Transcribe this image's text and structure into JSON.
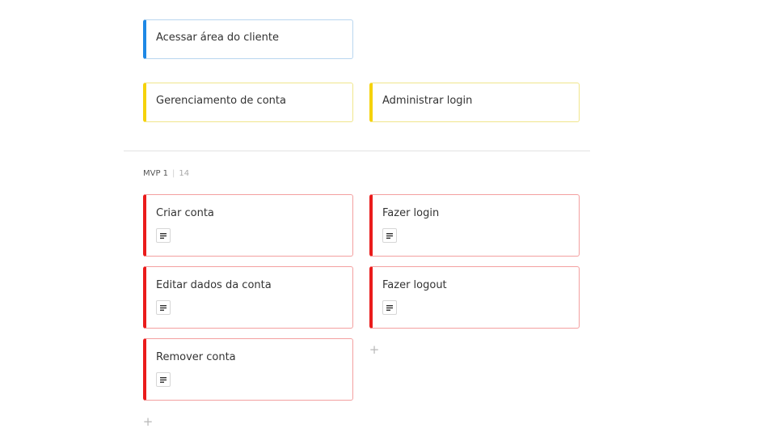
{
  "activities": [
    {
      "title": "Acessar área do cliente"
    }
  ],
  "tasks": [
    {
      "title": "Gerenciamento de conta"
    },
    {
      "title": "Administrar login"
    }
  ],
  "release": {
    "name": "MVP 1",
    "separator": "|",
    "count": "14"
  },
  "stories": {
    "column1": [
      {
        "title": "Criar conta",
        "icon": "description-icon"
      },
      {
        "title": "Editar dados da conta",
        "icon": "description-icon"
      },
      {
        "title": "Remover conta",
        "icon": "description-icon"
      }
    ],
    "column2": [
      {
        "title": "Fazer login",
        "icon": "description-icon"
      },
      {
        "title": "Fazer logout",
        "icon": "description-icon"
      }
    ]
  },
  "add_icon": "+",
  "colors": {
    "activity_accent": "#1e88e5",
    "task_accent": "#f5d20a",
    "story_accent": "#ea1b1b"
  }
}
